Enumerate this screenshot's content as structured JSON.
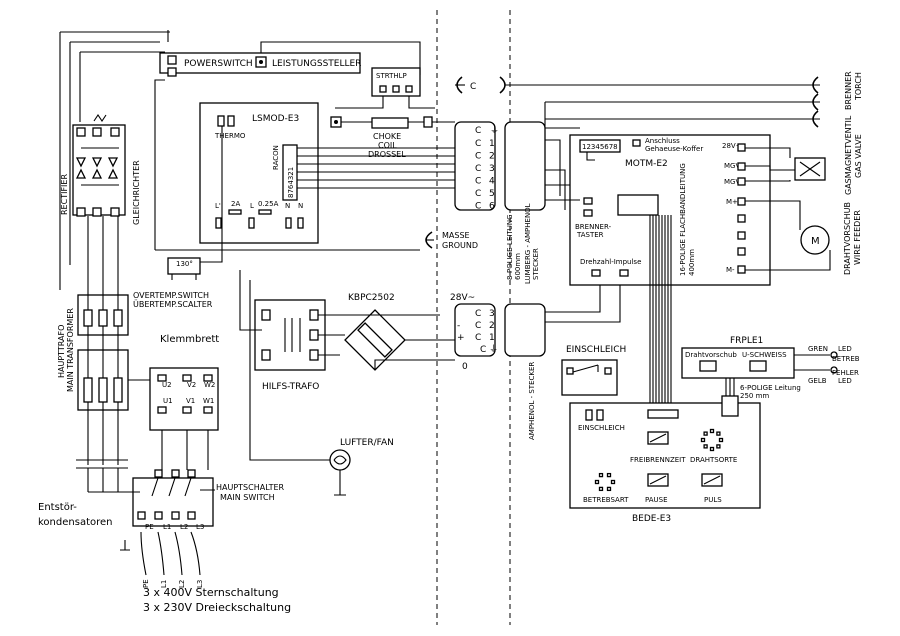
{
  "labels": {
    "powerswitch": "POWERSWITCH",
    "leistungssteller": "LEISTUNGSSTELLER",
    "strthlp": "STRTHLP",
    "lsmod": "LSMOD-E3",
    "thermo": "THERMO",
    "racon": "RACON",
    "racon_pins": "8764321",
    "fuse_2a": "2A",
    "fuse_025a": "0.25A",
    "pin_l_prime": "L'",
    "pin_l": "L",
    "pin_n1": "N",
    "pin_n2": "N",
    "choke": "CHOKE",
    "coil": "COIL",
    "drossel": "DROSSEL",
    "rectifier": "RECTIFIER",
    "gleichrichter": "GLEICHRICHTER",
    "masse": "MASSE",
    "ground": "GROUND",
    "overtemp": "OVERTEMP.SWITCH",
    "ubertemp": "ÜBERTEMP.SCALTER",
    "overtemp_val": "130°",
    "haupttrafo": "HAUPTTRAFO",
    "main_transformer": "MAIN TRANSFORMER",
    "klemmbrett": "Klemmbrett",
    "u2": "U2",
    "v2": "V2",
    "w2": "W2",
    "u1": "U1",
    "v1": "V1",
    "w1": "W1",
    "kbpc": "KBPC2502",
    "hilfs_trafo": "HILFS-TRAFO",
    "luefter": "LUFTER/FAN",
    "hauptschalter": "HAUPTSCHALTER",
    "main_switch": "MAIN SWITCH",
    "entstor1": "Entstör-",
    "entstor2": "kondensatoren",
    "pe": "PE",
    "l1": "L1",
    "l2": "L2",
    "l3": "L3",
    "stern": "3  x  400V    Sternschaltung",
    "dreieck": "3  x  230V    Dreieckschaltung",
    "conn8_1": "8-POLIGE-LEITUNG",
    "conn8_2": "600mm",
    "conn8_3": "LUMBERG - AMPHENOL",
    "conn8_4": "STECKER",
    "amphenol": "AMPHENOL - STECKER",
    "v28": "28V~",
    "pin_minus": "-",
    "pin_plus": "+",
    "pin_zero": "0",
    "mot_m": "MOTM-E2",
    "mot_pins": "12345678",
    "anschluss1": "Anschluss",
    "anschluss2": "Gehaeuse-Koffer",
    "v28b": "28V~",
    "mgv1": "MGV",
    "mgv2": "MGV",
    "m_plus": "M+",
    "m_minus": "M-",
    "brenner1": "BRENNER-",
    "brenner2": "TASTER",
    "drehzahl": "Drehzahl-Impulse",
    "flach1": "16-POLIGE FLACHBANDLEITUNG",
    "flach2": "400mm",
    "drahtvorschub": "DRAHTVORSCHUB",
    "wire_feeder": "WIRE FEEDER",
    "gasmagnetventil": "GASMAGNETVENTIL",
    "gas_valve": "GAS VALVE",
    "brenner_r": "BRENNER",
    "torch": "TORCH",
    "motor_m": "M",
    "einschleich": "EINSCHLEICH",
    "einschleich2": "EINSCHLEICH",
    "frple": "FRPLE1",
    "drahtvorschub_small": "Drahtvorschub",
    "u_schweiss": "U-SCHWEISS",
    "gren": "GREN",
    "led1": "LED",
    "betreb": "BETREB",
    "fehler": "FEHLER",
    "gelb": "GELB",
    "led2": "LED",
    "polige6": "6-POLIGE Leitung",
    "mm250": "250 mm",
    "freibrennzeit": "FREIBRENNZEIT",
    "drahtsorte": "DRAHTSORTE",
    "betriebsart": "BETREBSART",
    "pause": "PAUSE",
    "puls": "PULS",
    "bede": "BEDE-E3",
    "lumberg_pins": [
      "1",
      "2",
      "3",
      "4",
      "5",
      "6"
    ],
    "amphenol_pins": [
      "3",
      "2",
      "1"
    ]
  }
}
